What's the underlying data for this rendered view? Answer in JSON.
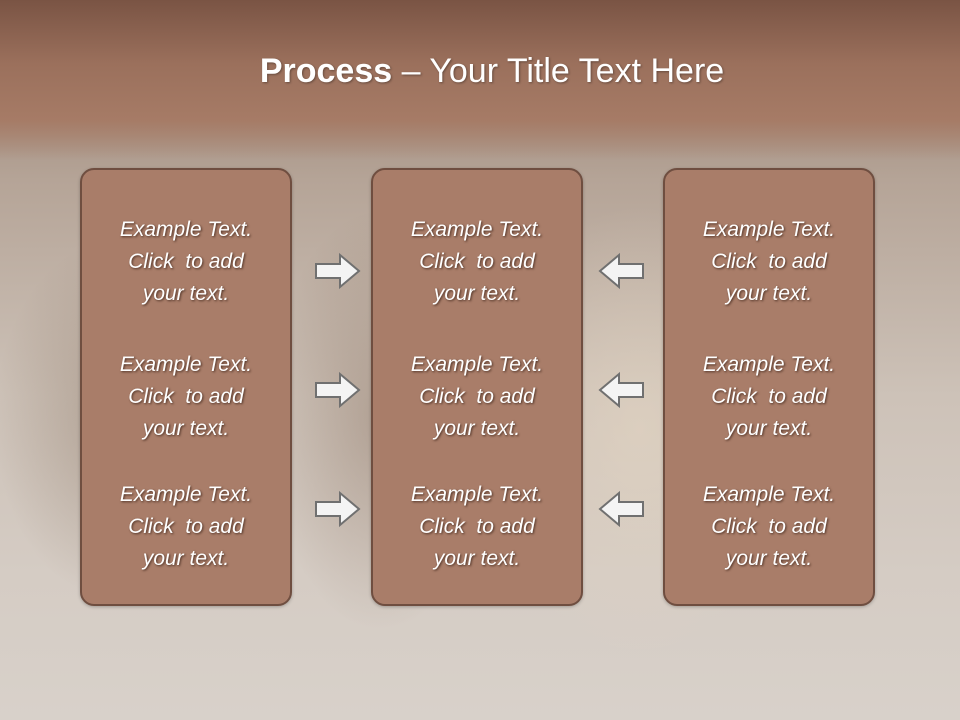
{
  "slide": {
    "title_bold": "Process",
    "title_rest": " – Your Title Text Here",
    "columns": [
      {
        "items": [
          {
            "line1": "Example Text.",
            "line2": "Click  to add",
            "line3": "your text."
          },
          {
            "line1": "Example Text.",
            "line2": "Click  to add",
            "line3": "your text."
          },
          {
            "line1": "Example Text.",
            "line2": "Click  to add",
            "line3": "your text."
          }
        ]
      },
      {
        "items": [
          {
            "line1": "Example Text.",
            "line2": "Click  to add",
            "line3": "your text."
          },
          {
            "line1": "Example Text.",
            "line2": "Click  to add",
            "line3": "your text."
          },
          {
            "line1": "Example Text.",
            "line2": "Click  to add",
            "line3": "your text."
          }
        ]
      },
      {
        "items": [
          {
            "line1": "Example Text.",
            "line2": "Click  to add",
            "line3": "your text."
          },
          {
            "line1": "Example Text.",
            "line2": "Click  to add",
            "line3": "your text."
          },
          {
            "line1": "Example Text.",
            "line2": "Click  to add",
            "line3": "your text."
          }
        ]
      }
    ],
    "arrows": {
      "left_to_center": "right-arrow-icon",
      "right_to_center": "left-arrow-icon"
    },
    "colors": {
      "title_band": "#9b705c",
      "box_fill": "#a97d69",
      "box_border": "#6f4e40",
      "arrow_fill": "#f4f4f4",
      "arrow_stroke": "#707070"
    }
  }
}
